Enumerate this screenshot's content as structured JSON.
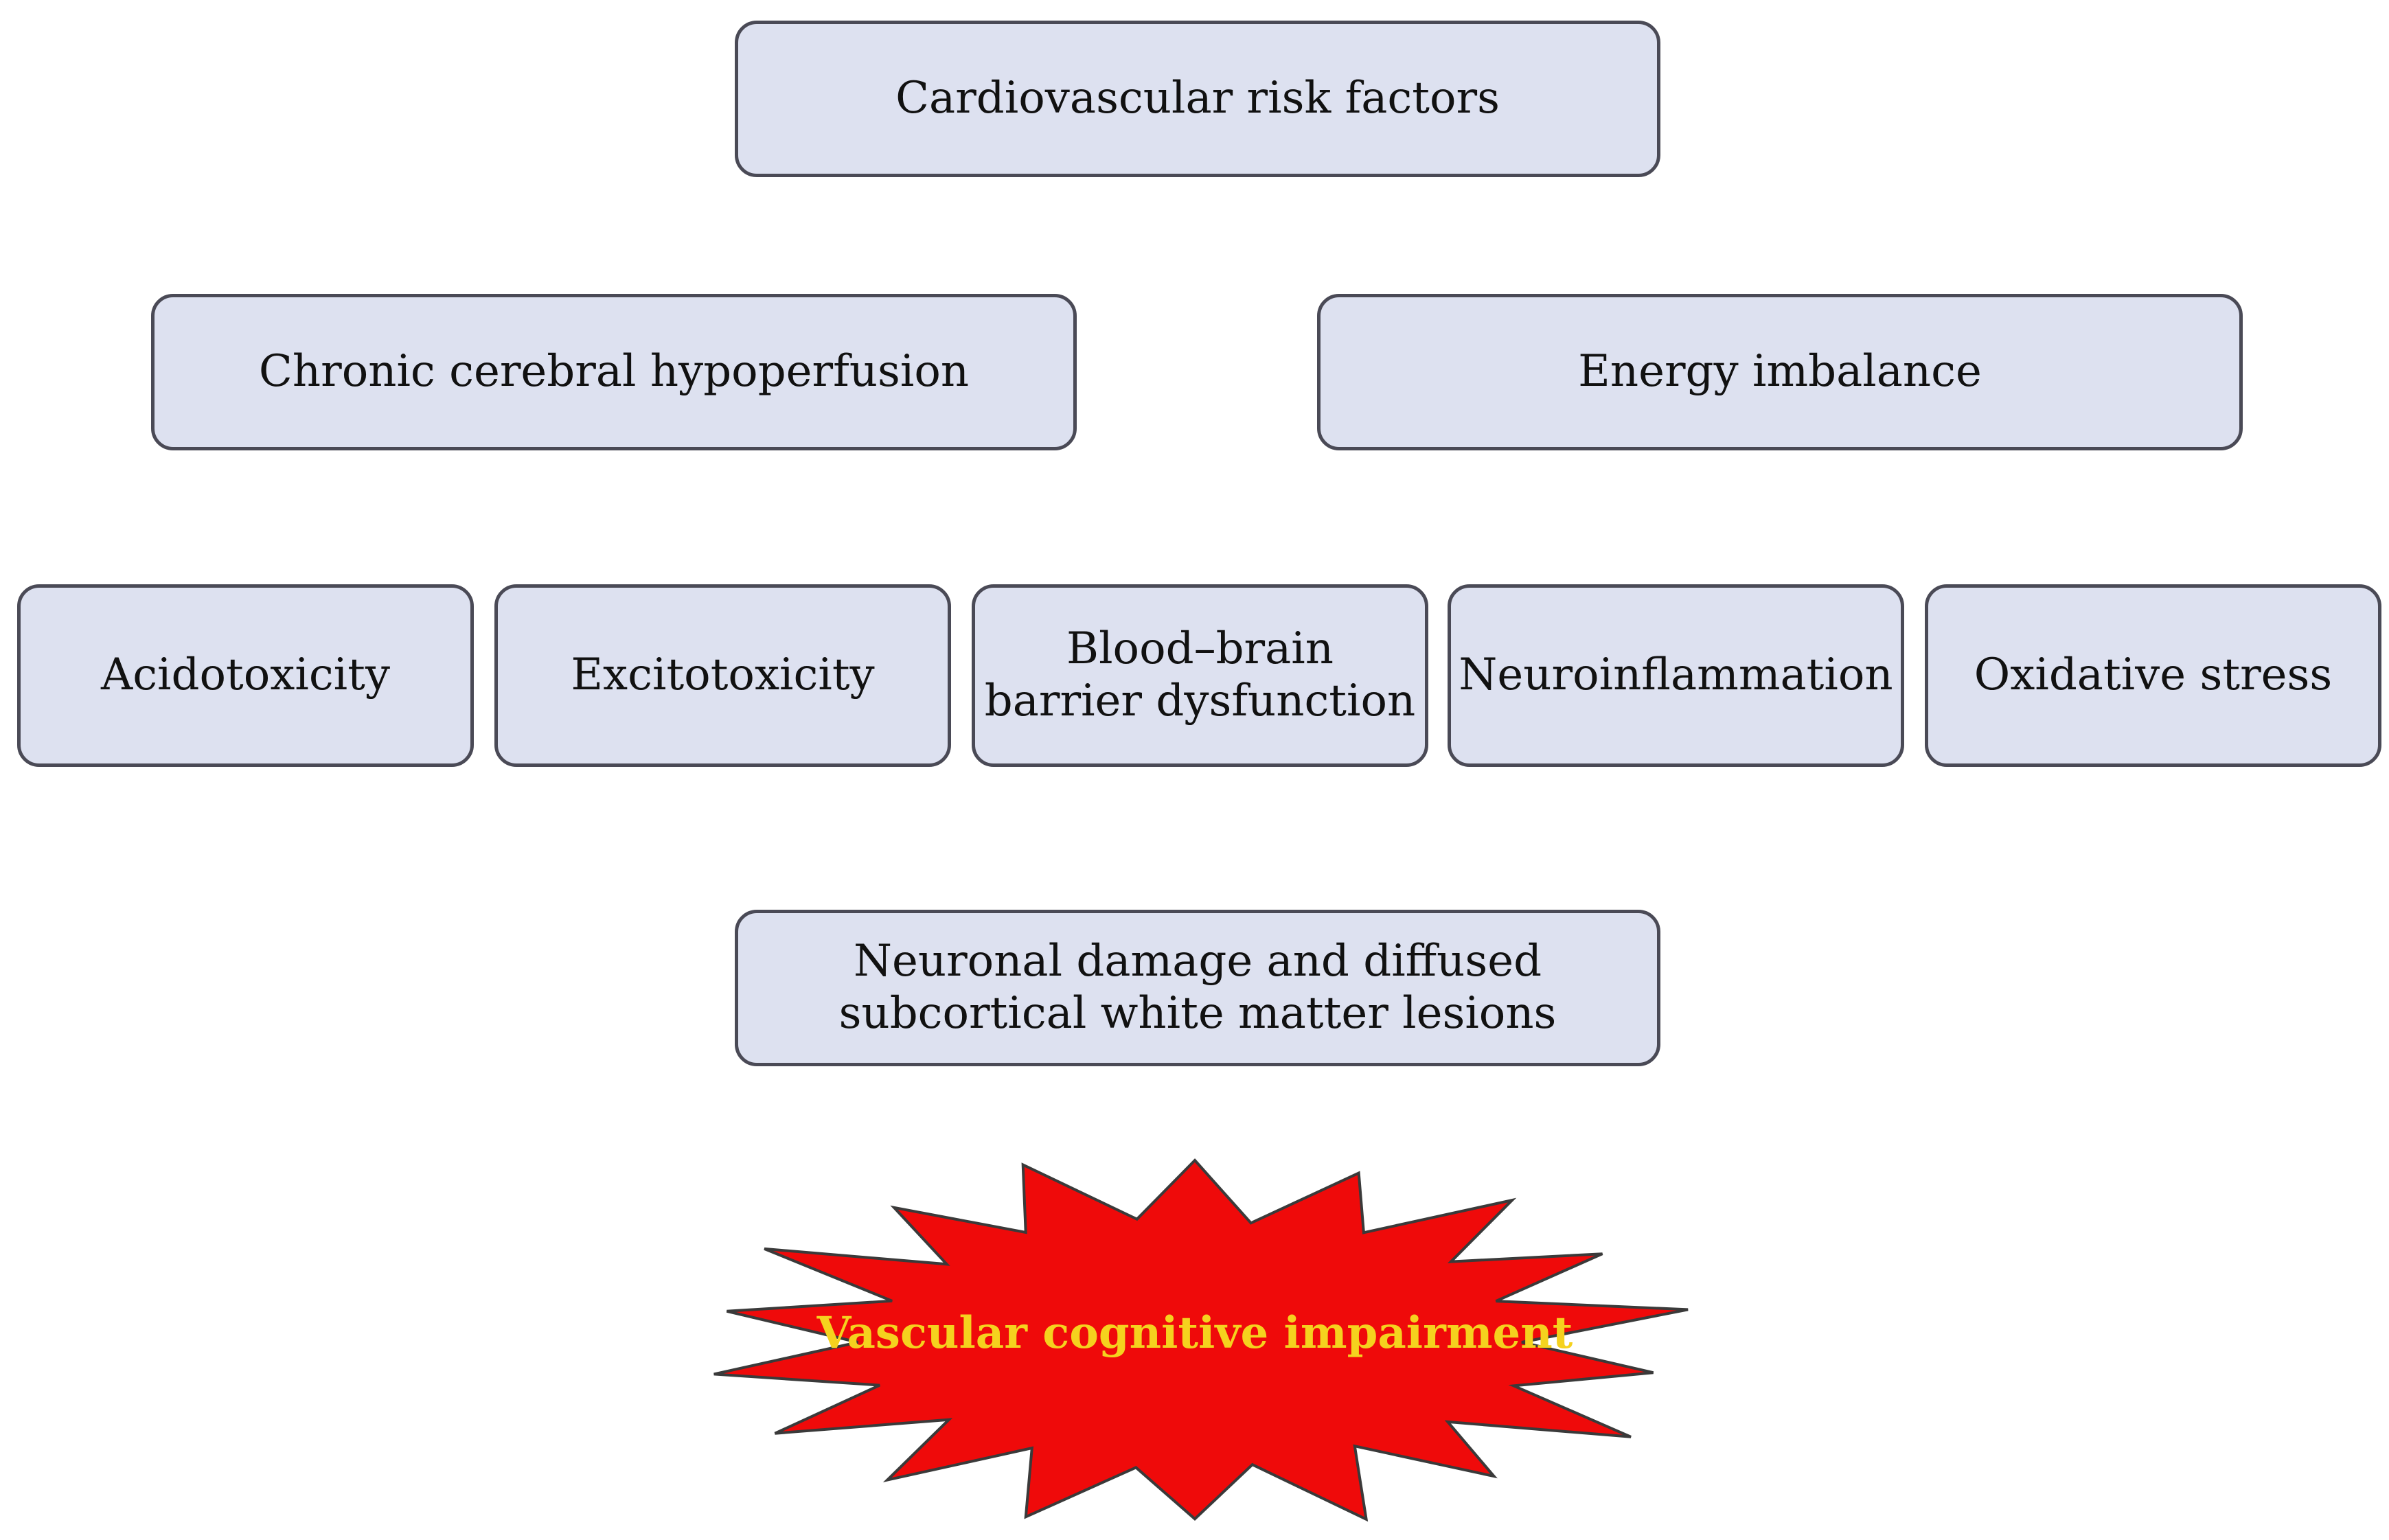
{
  "nodes": {
    "cardiovascular_risk_factors": "Cardiovascular risk factors",
    "chronic_cerebral_hypoperfusion": "Chronic cerebral hypoperfusion",
    "energy_imbalance": "Energy imbalance",
    "acidotoxicity": "Acidotoxicity",
    "excitotoxicity": "Excitotoxicity",
    "bbb_line1": "Blood–brain",
    "bbb_line2": "barrier dysfunction",
    "neuroinflammation": "Neuroinflammation",
    "oxidative_stress": "Oxidative stress",
    "neuronal_line1": "Neuronal damage and diffused",
    "neuronal_line2": "subcortical white matter lesions"
  },
  "outcome": {
    "label": "Vascular cognitive impairment",
    "fill_color": "#ef0a0a",
    "text_color": "#f5d21e",
    "stroke_color": "#3a3a3a"
  },
  "colors": {
    "box_fill": "#dde1f0",
    "box_border": "#4a4a56"
  }
}
